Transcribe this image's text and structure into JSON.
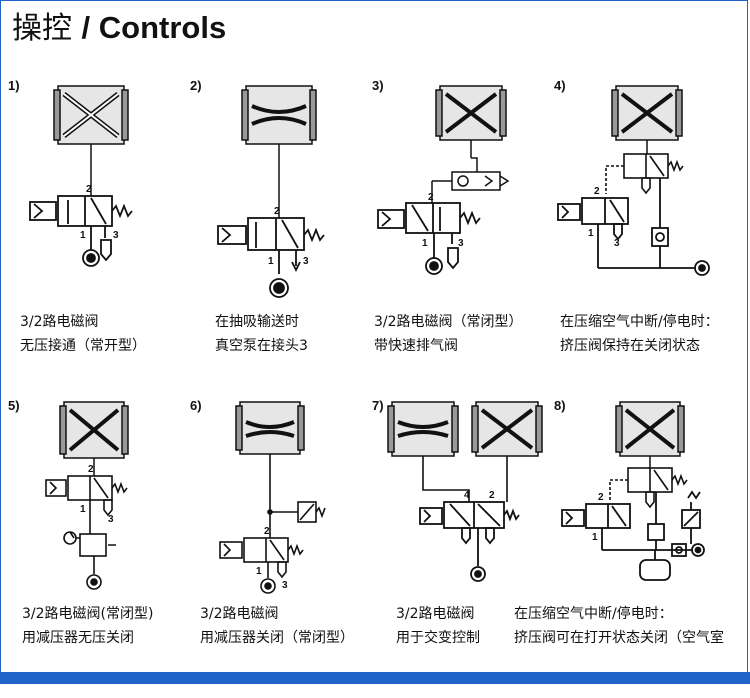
{
  "title": {
    "cn": "操控",
    "en": "/ Controls"
  },
  "panels": [
    {
      "num": "1)",
      "cap1": "3/2路电磁阀",
      "cap2": "无压接通（常开型）",
      "ports": [
        "2",
        "1",
        "3"
      ]
    },
    {
      "num": "2)",
      "cap1": "在抽吸输送时",
      "cap2": "真空泵在接头3",
      "ports": [
        "2",
        "1",
        "3"
      ]
    },
    {
      "num": "3)",
      "cap1": "3/2路电磁阀（常闭型）",
      "cap2": "带快速排气阀",
      "ports": [
        "2",
        "1",
        "3"
      ]
    },
    {
      "num": "4)",
      "cap1": "在压缩空气中断/停电时：",
      "cap2": "挤压阀保持在关闭状态",
      "ports": [
        "2",
        "1",
        "3"
      ]
    },
    {
      "num": "5)",
      "cap1": "3/2路电磁阀(常闭型)",
      "cap2": "用减压器无压关闭",
      "ports": [
        "2",
        "1",
        "3"
      ]
    },
    {
      "num": "6)",
      "cap1": "3/2路电磁阀",
      "cap2": "用减压器关闭（常闭型）",
      "ports": [
        "2",
        "1",
        "3"
      ]
    },
    {
      "num": "7)",
      "cap1": "3/2路电磁阀",
      "cap2": "用于交变控制",
      "ports": [
        "4",
        "2"
      ]
    },
    {
      "num": "8)",
      "cap1": "在压缩空气中断/停电时：",
      "cap2": "挤压阀可在打开状态关闭（空气室",
      "ports": [
        "2",
        "1"
      ]
    }
  ]
}
